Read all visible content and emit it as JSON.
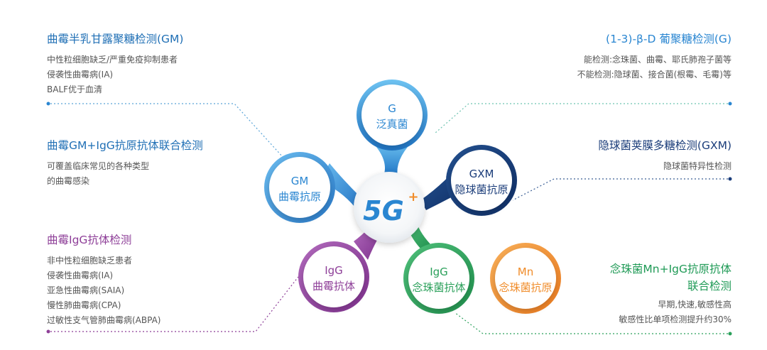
{
  "center": {
    "label": "5G",
    "sup": "+"
  },
  "nodes": {
    "g": {
      "line1": "G",
      "line2": "泛真菌",
      "color": "#2a86d1"
    },
    "gm": {
      "line1": "GM",
      "line2": "曲霉抗原",
      "color": "#2a86d1"
    },
    "gxm": {
      "line1": "GXM",
      "line2": "隐球菌抗原",
      "color": "#1b3d7a"
    },
    "igg_asp": {
      "line1": "IgG",
      "line2": "曲霉抗体",
      "color": "#8e3f98"
    },
    "igg_tal": {
      "line1": "IgG",
      "line2": "念珠菌抗体",
      "color": "#2aa05a"
    },
    "mn": {
      "line1": "Mn",
      "line2": "念珠菌抗原",
      "color": "#f08c2a"
    }
  },
  "blocks": {
    "gm": {
      "title": "曲霉半乳甘露聚糖检测(GM)",
      "lines": [
        "中性粒细胞缺乏/严重免疫抑制患者",
        "侵袭性曲霉病(IA)",
        "BALF优于血清"
      ]
    },
    "gm_igg": {
      "title": "曲霉GM+IgG抗原抗体联合检测",
      "lines": [
        "可覆盖临床常见的各种类型",
        "的曲霉感染"
      ]
    },
    "igg": {
      "title": "曲霉IgG抗体检测",
      "lines": [
        "非中性粒细胞缺乏患者",
        "侵袭性曲霉病(IA)",
        "亚急性曲霉病(SAIA)",
        "慢性肺曲霉病(CPA)",
        "过敏性支气管肺曲霉病(ABPA)"
      ]
    },
    "g": {
      "title": "(1-3)-β-D 葡聚糖检测(G)",
      "lines": [
        "能检测:念珠菌、曲霉、耶氏肺孢子菌等",
        "不能检测:隐球菌、接合菌(根霉、毛霉)等"
      ]
    },
    "gxm": {
      "title": "隐球菌荚膜多糖检测(GXM)",
      "lines": [
        "隐球菌特异性检测"
      ]
    },
    "mn": {
      "title_line1": "念珠菌Mn+IgG抗原抗体",
      "title_line2": "联合检测",
      "lines": [
        "早期,快速,敏感性高",
        "敏感性比单项检测提升约30%"
      ]
    }
  }
}
